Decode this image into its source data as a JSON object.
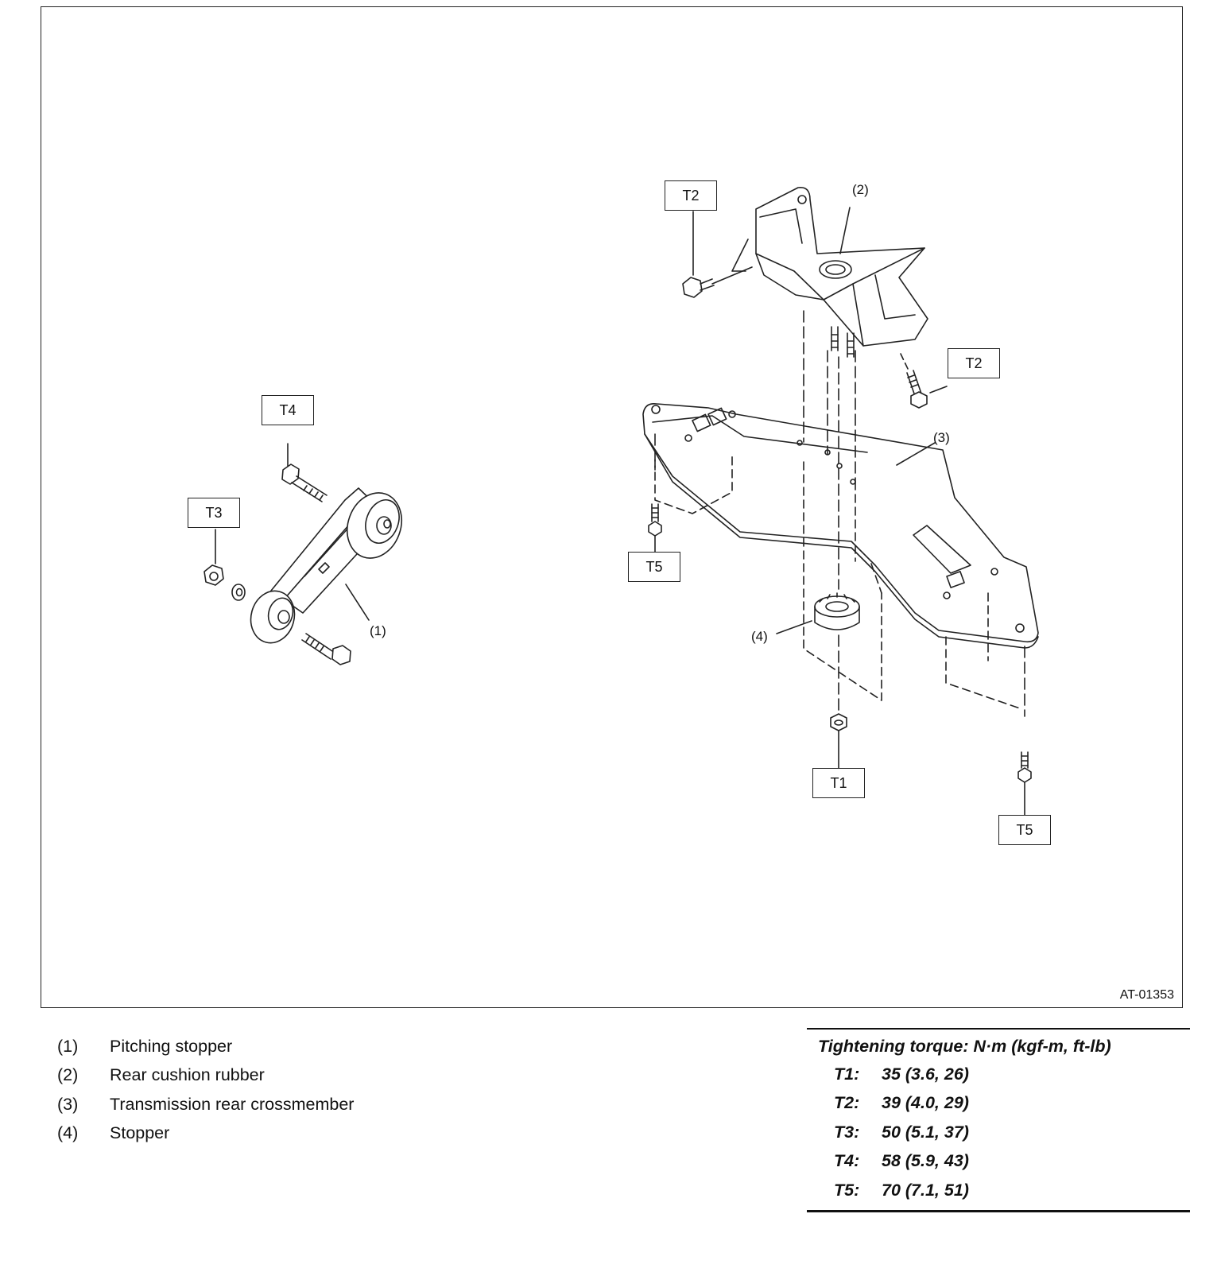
{
  "figure": {
    "code": "AT-01353",
    "tags": [
      "T2",
      "T2",
      "T4",
      "T3",
      "T5",
      "T1",
      "T5"
    ],
    "callouts": [
      "(2)",
      "(3)",
      "(1)",
      "(4)"
    ]
  },
  "legend": [
    {
      "num": "(1)",
      "text": "Pitching stopper"
    },
    {
      "num": "(2)",
      "text": "Rear cushion rubber"
    },
    {
      "num": "(3)",
      "text": "Transmission rear crossmember"
    },
    {
      "num": "(4)",
      "text": "Stopper"
    }
  ],
  "torque": {
    "heading": "Tightening torque: N·m (kgf-m, ft-lb)",
    "rows": [
      {
        "key": "T1:",
        "value": "35 (3.6, 26)"
      },
      {
        "key": "T2:",
        "value": "39 (4.0, 29)"
      },
      {
        "key": "T3:",
        "value": "50 (5.1, 37)"
      },
      {
        "key": "T4:",
        "value": "58 (5.9, 43)"
      },
      {
        "key": "T5:",
        "value": "70 (7.1, 51)"
      }
    ]
  }
}
